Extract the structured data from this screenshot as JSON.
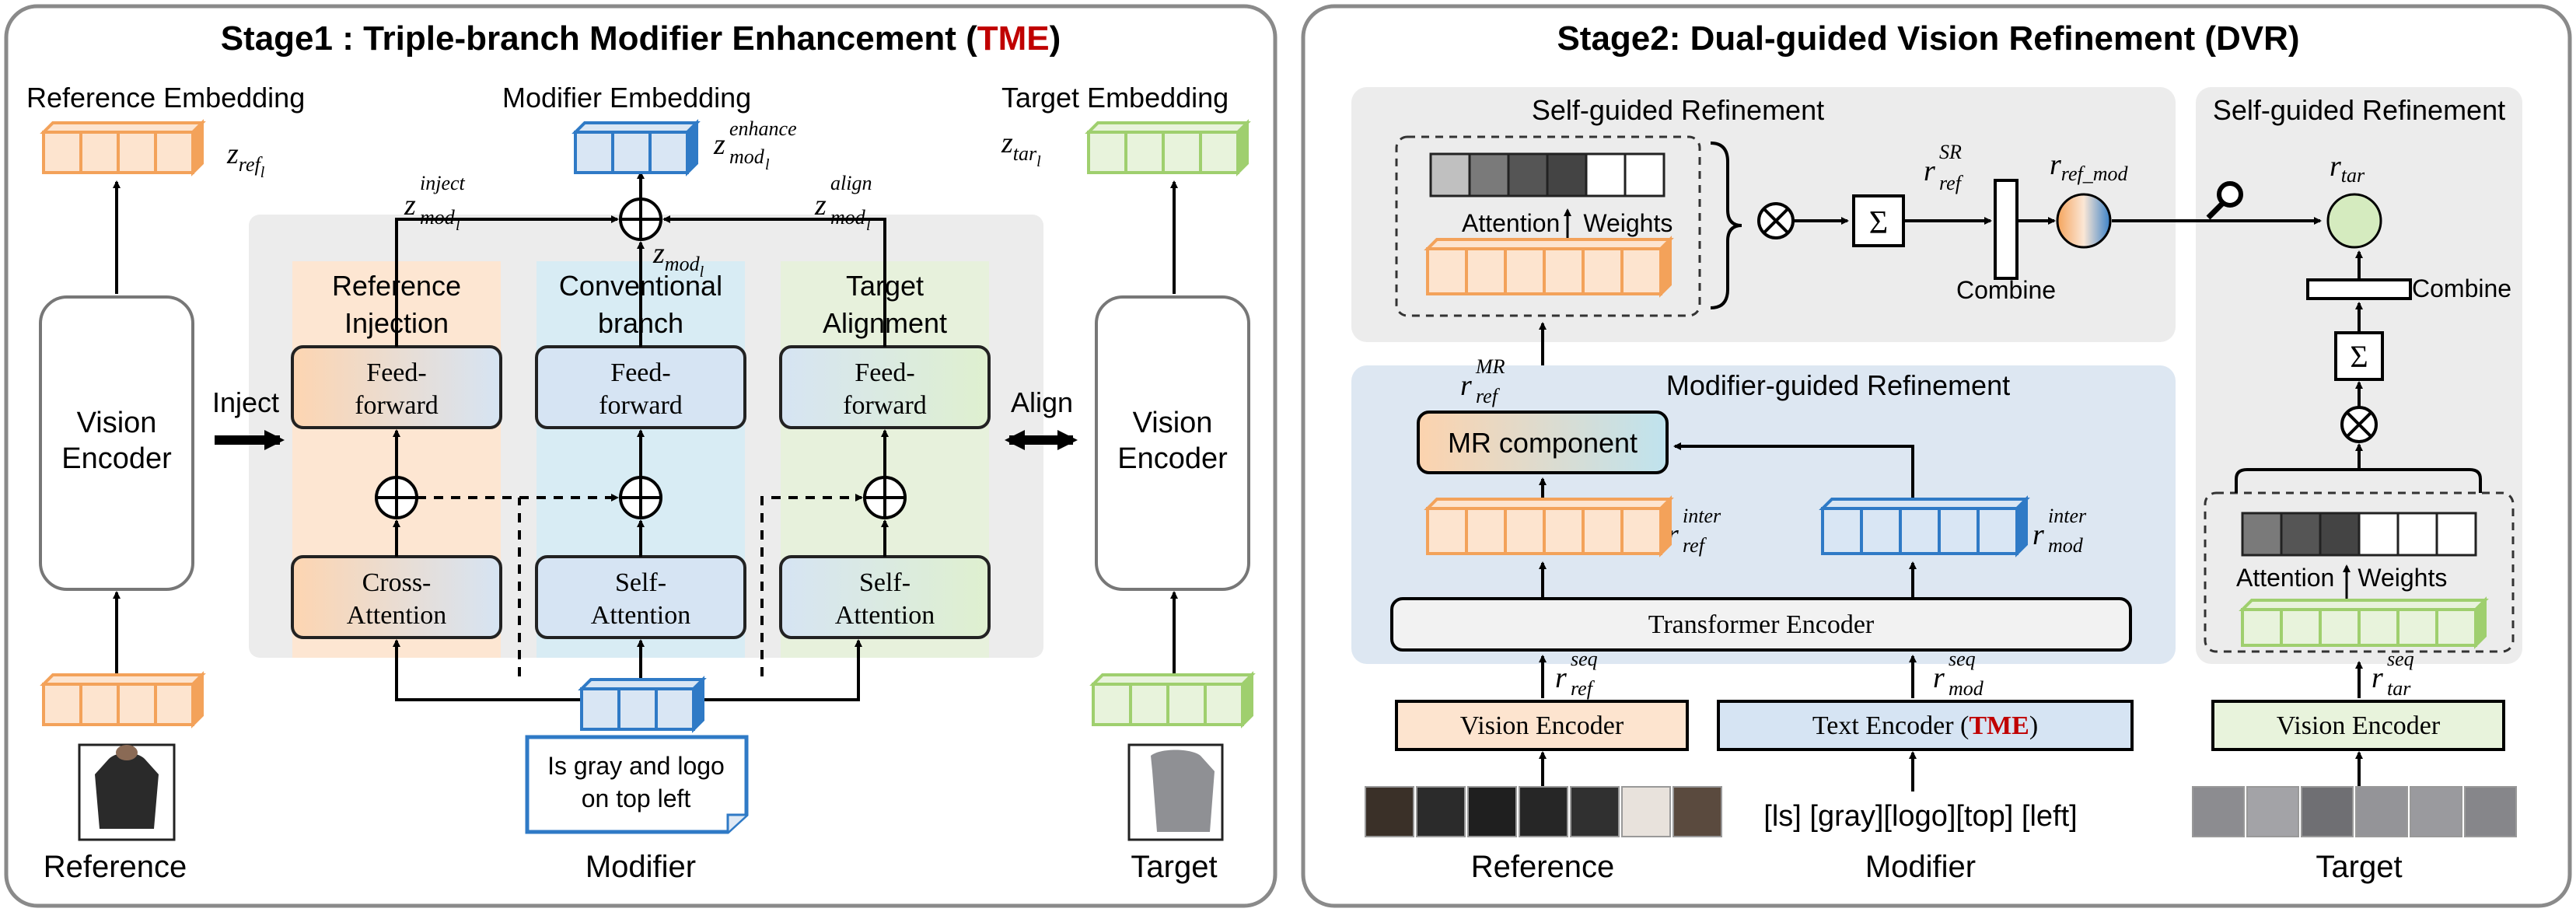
{
  "stage1": {
    "title_main": "Stage1 : Triple-branch Modifier Enhancement (",
    "title_acr": "TME",
    "title_close": ")",
    "ref_emb_label": "Reference Embedding",
    "mod_emb_label": "Modifier Embedding",
    "tar_emb_label": "Target Embedding",
    "vision_encoder_line1": "Vision",
    "vision_encoder_line2": "Encoder",
    "inject": "Inject",
    "align": "Align",
    "branches": [
      {
        "title1": "Reference",
        "title2": "Injection",
        "ff1": "Feed-",
        "ff2": "forward",
        "att1": "Cross-",
        "att2": "Attention"
      },
      {
        "title1": "Conventional",
        "title2": "branch",
        "ff1": "Feed-",
        "ff2": "forward",
        "att1": "Self-",
        "att2": "Attention"
      },
      {
        "title1": "Target",
        "title2": "Alignment",
        "ff1": "Feed-",
        "ff2": "forward",
        "att1": "Self-",
        "att2": "Attention"
      }
    ],
    "note_line1": "Is gray and logo",
    "note_line2": "on top left",
    "reference": "Reference",
    "modifier": "Modifier",
    "target": "Target",
    "z_ref": {
      "base": "z",
      "sub": "ref",
      "subsub": "l"
    },
    "z_tar": {
      "base": "z",
      "sub": "tar",
      "subsub": "l"
    },
    "z_mod": {
      "base": "z",
      "sub": "mod",
      "subsub": "l"
    },
    "z_inject": {
      "base": "z",
      "sup": "inject",
      "sub": "mod",
      "subsub": "l"
    },
    "z_align": {
      "base": "z",
      "sup": "align",
      "sub": "mod",
      "subsub": "l"
    },
    "z_enhance": {
      "base": "z",
      "sup": "enhance",
      "sub": "mod",
      "subsub": "l"
    }
  },
  "stage2": {
    "title": "Stage2: Dual-guided Vision Refinement (DVR)",
    "self_guided": "Self-guided Refinement",
    "self_guided_right": "Self-guided Refinement",
    "modifier_guided": "Modifier-guided Refinement",
    "attention": "Attention",
    "weights": "Weights",
    "combine": "Combine",
    "mr_component": "MR component",
    "transformer_encoder": "Transformer Encoder",
    "vision_encoder": "Vision Encoder",
    "text_encoder": "Text Encoder (",
    "text_encoder_acr": "TME",
    "text_encoder_close": ")",
    "tokens": "[ls] [gray][logo][top] [left]",
    "reference": "Reference",
    "modifier": "Modifier",
    "target": "Target",
    "sum_symbol": "Σ",
    "r_ref_sr": {
      "base": "r",
      "sup": "SR",
      "sub": "ref"
    },
    "r_ref_mod": {
      "base": "r",
      "sub": "ref_mod"
    },
    "r_tar": {
      "base": "r",
      "sub": "tar"
    },
    "r_ref_mr": {
      "base": "r",
      "sup": "MR",
      "sub": "ref"
    },
    "r_ref_inter": {
      "base": "r",
      "sup": "inter",
      "sub": "ref"
    },
    "r_mod_inter": {
      "base": "r",
      "sup": "inter",
      "sub": "mod"
    },
    "r_ref_seq": {
      "base": "r",
      "sup": "seq",
      "sub": "ref"
    },
    "r_mod_seq": {
      "base": "r",
      "sup": "seq",
      "sub": "mod"
    },
    "r_tar_seq": {
      "base": "r",
      "sup": "seq",
      "sub": "tar"
    }
  },
  "colors": {
    "orange": "#f3a25a",
    "orange_fill": "#fde4cf",
    "blue": "#2f7ac6",
    "blue_fill": "#d9e6f4",
    "green": "#9fcf6e",
    "green_fill": "#e8f3dc",
    "accent_red": "#c00000"
  }
}
